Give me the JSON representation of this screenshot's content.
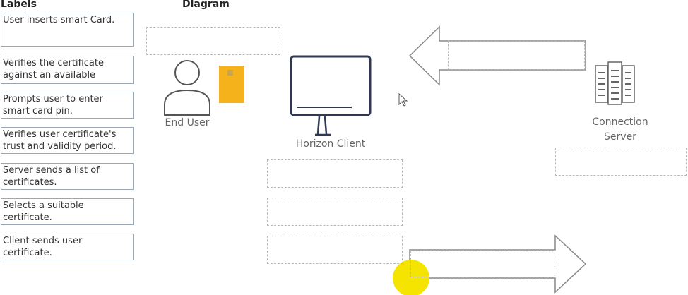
{
  "headers": {
    "labels": "Labels",
    "diagram": "Diagram"
  },
  "labels": [
    "User inserts smart Card.",
    "Verifies the certificate against an available",
    "Prompts user to enter smart card pin.",
    "Verifies user certificate's trust and validity period.",
    "Server sends a list of certificates.",
    "Selects a suitable certificate.",
    "Client sends user certificate."
  ],
  "diagram": {
    "end_user": "End User",
    "horizon_client": "Horizon Client",
    "connection_server": "Connection Server"
  },
  "colors": {
    "card": "#f5b21a",
    "icon_stroke": "#2f3a52",
    "highlight": "#f5e400"
  }
}
